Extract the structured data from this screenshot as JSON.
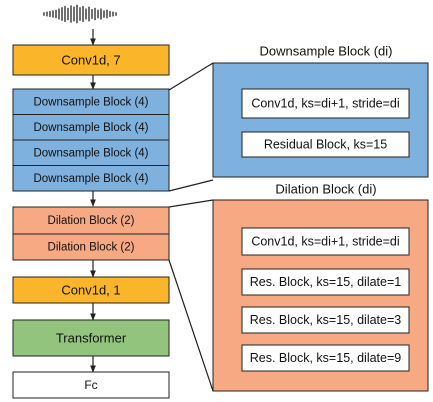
{
  "left_column": {
    "conv_top": "Conv1d, 7",
    "downsample_blocks": [
      "Downsample Block (4)",
      "Downsample Block (4)",
      "Downsample Block (4)",
      "Downsample Block (4)"
    ],
    "dilation_blocks": [
      "Dilation Block (2)",
      "Dilation Block (2)"
    ],
    "conv_bottom": "Conv1d, 1",
    "transformer": "Transformer",
    "fc": "Fc"
  },
  "downsample_detail": {
    "title": "Downsample Block (di)",
    "layers": [
      "Conv1d, ks=di+1, stride=di",
      "Residual Block, ks=15"
    ]
  },
  "dilation_detail": {
    "title": "Dilation Block (di)",
    "layers": [
      "Conv1d, ks=di+1, stride=di",
      "Res. Block, ks=15, dilate=1",
      "Res. Block, ks=15, dilate=3",
      "Res. Block, ks=15, dilate=9"
    ]
  },
  "colors": {
    "conv": "#FBB52A",
    "downsample": "#7EB1DD",
    "dilation": "#F6A983",
    "transformer": "#93C47D",
    "fc": "#FFFFFF",
    "stroke": "#222222"
  },
  "icons": {
    "waveform": "audio-waveform-icon"
  }
}
